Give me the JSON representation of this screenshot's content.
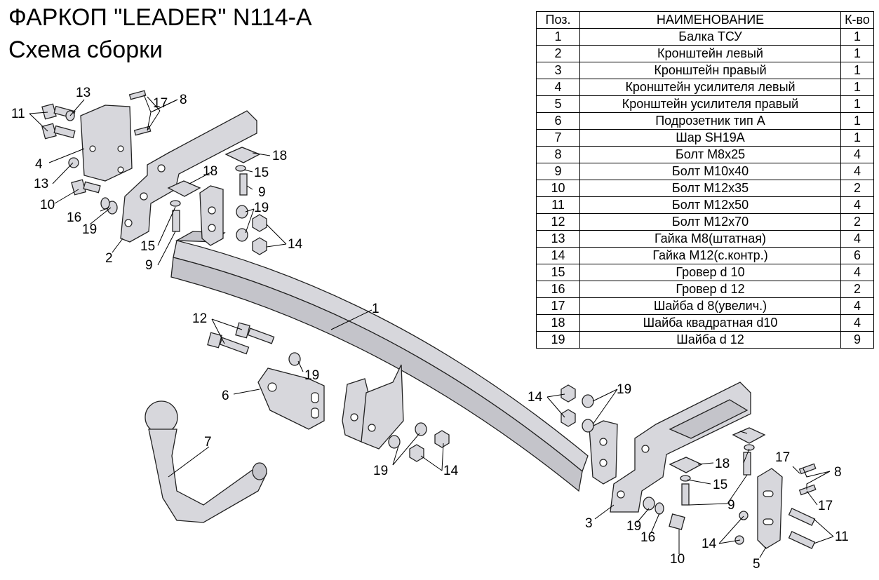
{
  "header": {
    "title": "ФАРКОП \"LEADER\" N114-A",
    "subtitle": "Схема сборки"
  },
  "table": {
    "headers": [
      "Поз.",
      "НАИМЕНОВАНИЕ",
      "К-во"
    ],
    "rows": [
      {
        "pos": "1",
        "name": "Балка ТСУ",
        "qty": "1"
      },
      {
        "pos": "2",
        "name": "Кронштейн левый",
        "qty": "1"
      },
      {
        "pos": "3",
        "name": "Кронштейн правый",
        "qty": "1"
      },
      {
        "pos": "4",
        "name": "Кронштейн усилителя левый",
        "qty": "1"
      },
      {
        "pos": "5",
        "name": "Кронштейн усилителя правый",
        "qty": "1"
      },
      {
        "pos": "6",
        "name": "Подрозетник тип А",
        "qty": "1"
      },
      {
        "pos": "7",
        "name": "Шар SH19A",
        "qty": "1"
      },
      {
        "pos": "8",
        "name": "Болт М8х25",
        "qty": "4"
      },
      {
        "pos": "9",
        "name": "Болт М10х40",
        "qty": "4"
      },
      {
        "pos": "10",
        "name": "Болт М12х35",
        "qty": "2"
      },
      {
        "pos": "11",
        "name": "Болт М12х50",
        "qty": "4"
      },
      {
        "pos": "12",
        "name": "Болт М12х70",
        "qty": "2"
      },
      {
        "pos": "13",
        "name": "Гайка М8(штатная)",
        "qty": "4"
      },
      {
        "pos": "14",
        "name": "Гайка М12(с.контр.)",
        "qty": "6"
      },
      {
        "pos": "15",
        "name": "Гровер d 10",
        "qty": "4"
      },
      {
        "pos": "16",
        "name": "Гровер d 12",
        "qty": "2"
      },
      {
        "pos": "17",
        "name": "Шайба d 8(увелич.)",
        "qty": "4"
      },
      {
        "pos": "18",
        "name": "Шайба квадратная d10",
        "qty": "4"
      },
      {
        "pos": "19",
        "name": "Шайба d 12",
        "qty": "9"
      }
    ]
  },
  "callouts": {
    "n1": "1",
    "n2": "2",
    "n3": "3",
    "n4": "4",
    "n5": "5",
    "n6": "6",
    "n7": "7",
    "n8": "8",
    "n9": "9",
    "n10": "10",
    "n11": "11",
    "n12": "12",
    "n13": "13",
    "n14": "14",
    "n15": "15",
    "n16": "16",
    "n17": "17",
    "n18": "18",
    "n19": "19"
  }
}
